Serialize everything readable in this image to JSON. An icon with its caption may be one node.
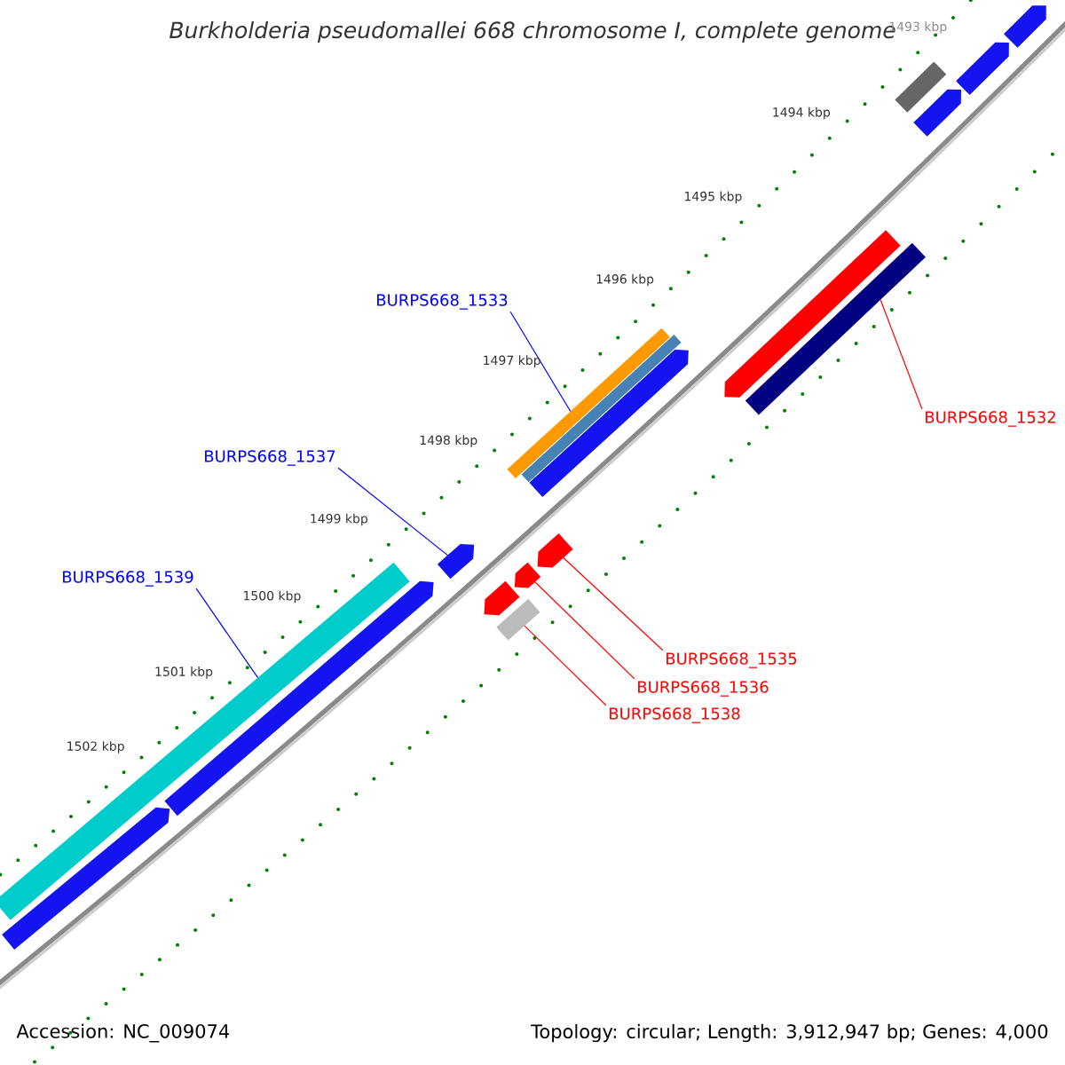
{
  "diagram": {
    "title": "Burkholderia pseudomallei 668 chromosome I, complete genome",
    "nodes": [
      {
        "text": [
          "BURPS668_1533"
        ]
      },
      {
        "text": [],
        "shape": "bar"
      },
      {
        "text": [
          "BURPS668_1537"
        ]
      },
      {
        "text": [],
        "shape": "arrow"
      },
      {
        "text": [
          "BURPS668_1539"
        ]
      },
      {
        "text": [],
        "shape": "bar"
      },
      {
        "text": [
          "BURPS668_1532"
        ]
      },
      {
        "text": [],
        "shape": "bar"
      },
      {
        "text": [
          "BURPS668_1535"
        ]
      },
      {
        "text": [],
        "shape": "arrow"
      },
      {
        "text": [
          "BURPS668_1536"
        ]
      },
      {
        "text": [],
        "shape": "arrow"
      },
      {
        "text": [
          "BURPS668_1538"
        ]
      },
      {
        "text": [],
        "shape": "bar"
      },
      {
        "text": [],
        "shape": "arrow"
      },
      {
        "text": [],
        "shape": "arrow"
      },
      {
        "text": [],
        "shape": "arrow"
      },
      {
        "text": [],
        "shape": "bar"
      },
      {
        "text": [],
        "shape": "arrow"
      },
      {
        "text": [],
        "shape": "arrow"
      },
      {
        "text": [],
        "shape": "bar"
      },
      {
        "text": [],
        "shape": "arrow"
      },
      {
        "text": [],
        "shape": "arrow"
      },
      {
        "text": [],
        "shape": "arrow"
      }
    ],
    "edges": [
      {
        "from": 0,
        "to": 1,
        "arrow": "none",
        "color": "#0000ff"
      },
      {
        "from": 2,
        "to": 3,
        "arrow": "none",
        "color": "#0000ff"
      },
      {
        "from": 4,
        "to": 5,
        "arrow": "none",
        "color": "#0000ff"
      },
      {
        "from": 6,
        "to": 7,
        "arrow": "none",
        "color": "#ff0000"
      },
      {
        "from": 8,
        "to": 9,
        "arrow": "none",
        "color": "#ff0000"
      },
      {
        "from": 10,
        "to": 11,
        "arrow": "none",
        "color": "#ff0000"
      },
      {
        "from": 12,
        "to": 13,
        "arrow": "none",
        "color": "#ff0000"
      }
    ],
    "labels": [
      "1493 kbp",
      "1494 kbp",
      "1495 kbp",
      "1496 kbp",
      "1497 kbp",
      "1498 kbp",
      "1499 kbp",
      "1500 kbp",
      "1501 kbp",
      "1502 kbp",
      "Accession: NC_009074",
      "Topology: circular; Length: 3,912,947 bp; Genes: 4,000"
    ]
  }
}
